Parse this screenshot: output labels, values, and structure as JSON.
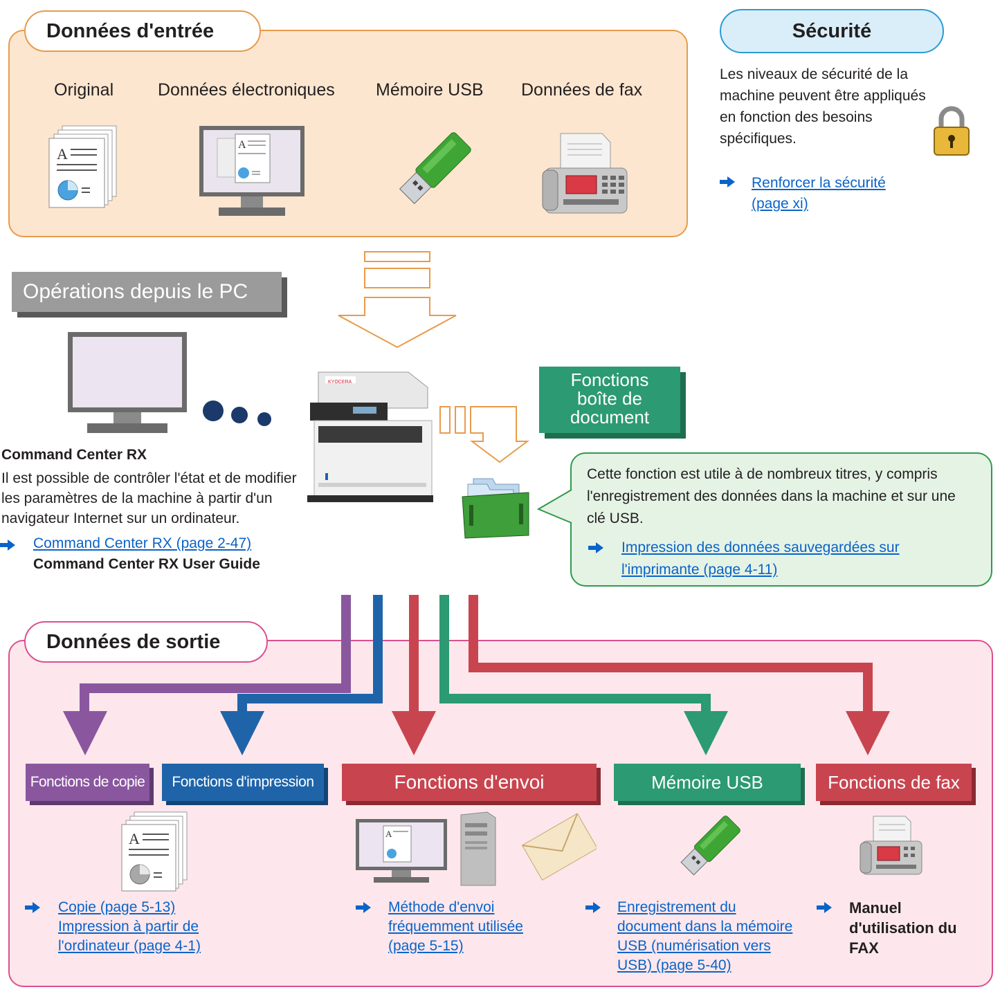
{
  "input": {
    "title": "Données d'entrée",
    "items": [
      "Original",
      "Données électroniques",
      "Mémoire USB",
      "Données de fax"
    ]
  },
  "security": {
    "title": "Sécurité",
    "text": "Les niveaux de sécurité de la machine peuvent être appliqués en fonction des besoins spécifiques.",
    "link_line1": "Renforcer la sécurité",
    "link_line2": "(page xi)"
  },
  "pc_ops": {
    "title": "Opérations depuis le PC",
    "crx_title": "Command Center RX",
    "crx_text": "Il est possible de contrôler l'état et de modifier les paramètres de la machine à partir d'un navigateur Internet sur un ordinateur.",
    "crx_link": "Command Center RX (page 2-47)",
    "crx_guide": "Command Center RX User Guide"
  },
  "doc_box": {
    "title_line1": "Fonctions",
    "title_line2": "boîte de",
    "title_line3": "document",
    "callout_text": "Cette fonction est utile à de nombreux titres, y compris l'enregistrement des données dans la machine et sur une clé USB.",
    "link_line1": "Impression des données sauvegardées sur",
    "link_line2": "l'imprimante (page 4-11)"
  },
  "output": {
    "title": "Données de sortie",
    "functions": {
      "copy": "Fonctions de copie",
      "print": "Fonctions d'impression",
      "send": "Fonctions d'envoi",
      "usb": "Mémoire USB",
      "fax": "Fonctions de fax"
    },
    "copy_links": [
      "Copie (page 5-13)",
      "Impression à partir de",
      "l'ordinateur (page 4-1)"
    ],
    "send_links": [
      "Méthode d'envoi",
      "fréquemment utilisée",
      "(page 5-15)"
    ],
    "usb_links": [
      "Enregistrement du",
      "document dans la mémoire",
      "USB (numérisation vers",
      "USB) (page 5-40)"
    ],
    "fax_manual": [
      "Manuel",
      "d'utilisation du",
      "FAX"
    ]
  },
  "colors": {
    "input_orange": "#e99a4a",
    "copy_purple": "#8a579f",
    "print_blue": "#1f64a9",
    "send_red": "#c8454f",
    "usb_green": "#2c9a73",
    "link_blue": "#0a63c9"
  }
}
